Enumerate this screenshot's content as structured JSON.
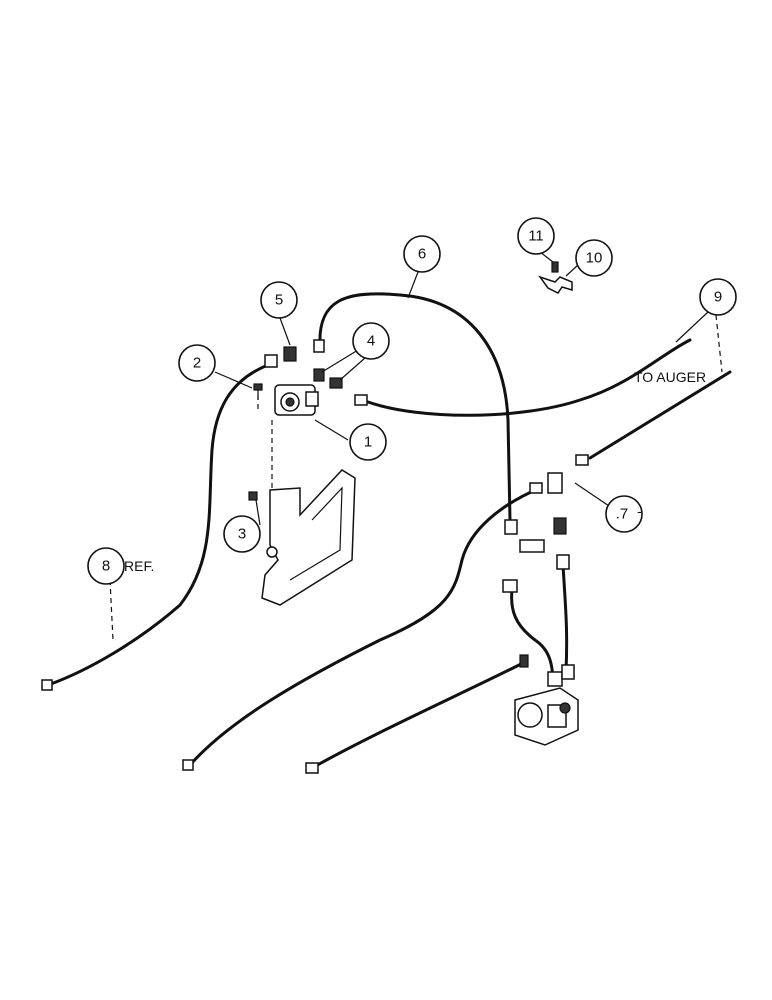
{
  "callouts": {
    "c1": "1",
    "c2": "2",
    "c3": "3",
    "c4": "4",
    "c5": "5",
    "c6": "6",
    "c7": ".7",
    "c8": "8",
    "c9": "9",
    "c10": "10",
    "c11": "11"
  },
  "labels": {
    "ref": "REF.",
    "to_auger": "TO AUGER",
    "seven_suffix": "-"
  }
}
